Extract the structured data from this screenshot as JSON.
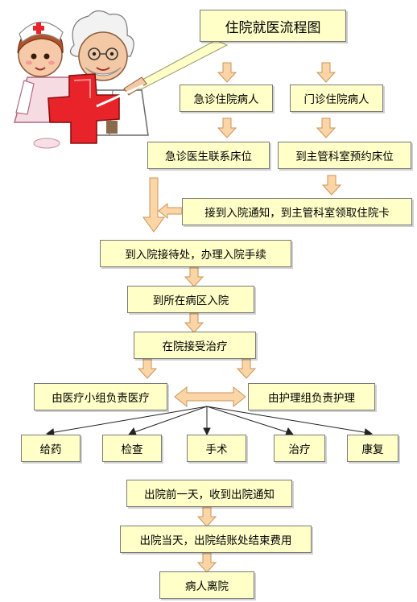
{
  "title": "住院就医流程图",
  "steps": {
    "emergency_patient": "急诊住院病人",
    "outpatient_patient": "门诊住院病人",
    "emergency_doctor_bed": "急诊医生联系床位",
    "book_bed_dept": "到主管科室预约床位",
    "receive_notice": "接到入院通知，到主管科室领取住院卡",
    "admission_desk": "到入院接待处，办理入院手续",
    "go_to_ward": "到所在病区入院",
    "receive_treatment": "在院接受治疗",
    "medical_team": "由医疗小组负责医疗",
    "nursing_team": "由护理组负责护理",
    "medication": "给药",
    "examination": "检查",
    "surgery": "手术",
    "therapy": "治疗",
    "rehabilitation": "康复",
    "day_before_discharge": "出院前一天，收到出院通知",
    "discharge_day": "出院当天，出院结账处结束费用",
    "leave_hospital": "病人离院"
  },
  "colors": {
    "box_fill": "#ffffc8",
    "arrow_fill": "#fbd5a6",
    "arrow_stroke": "#c9955a",
    "cross_red": "#e8232a"
  },
  "illustration": {
    "icons": [
      "nurse-icon",
      "doctor-icon",
      "red-cross-icon"
    ]
  }
}
